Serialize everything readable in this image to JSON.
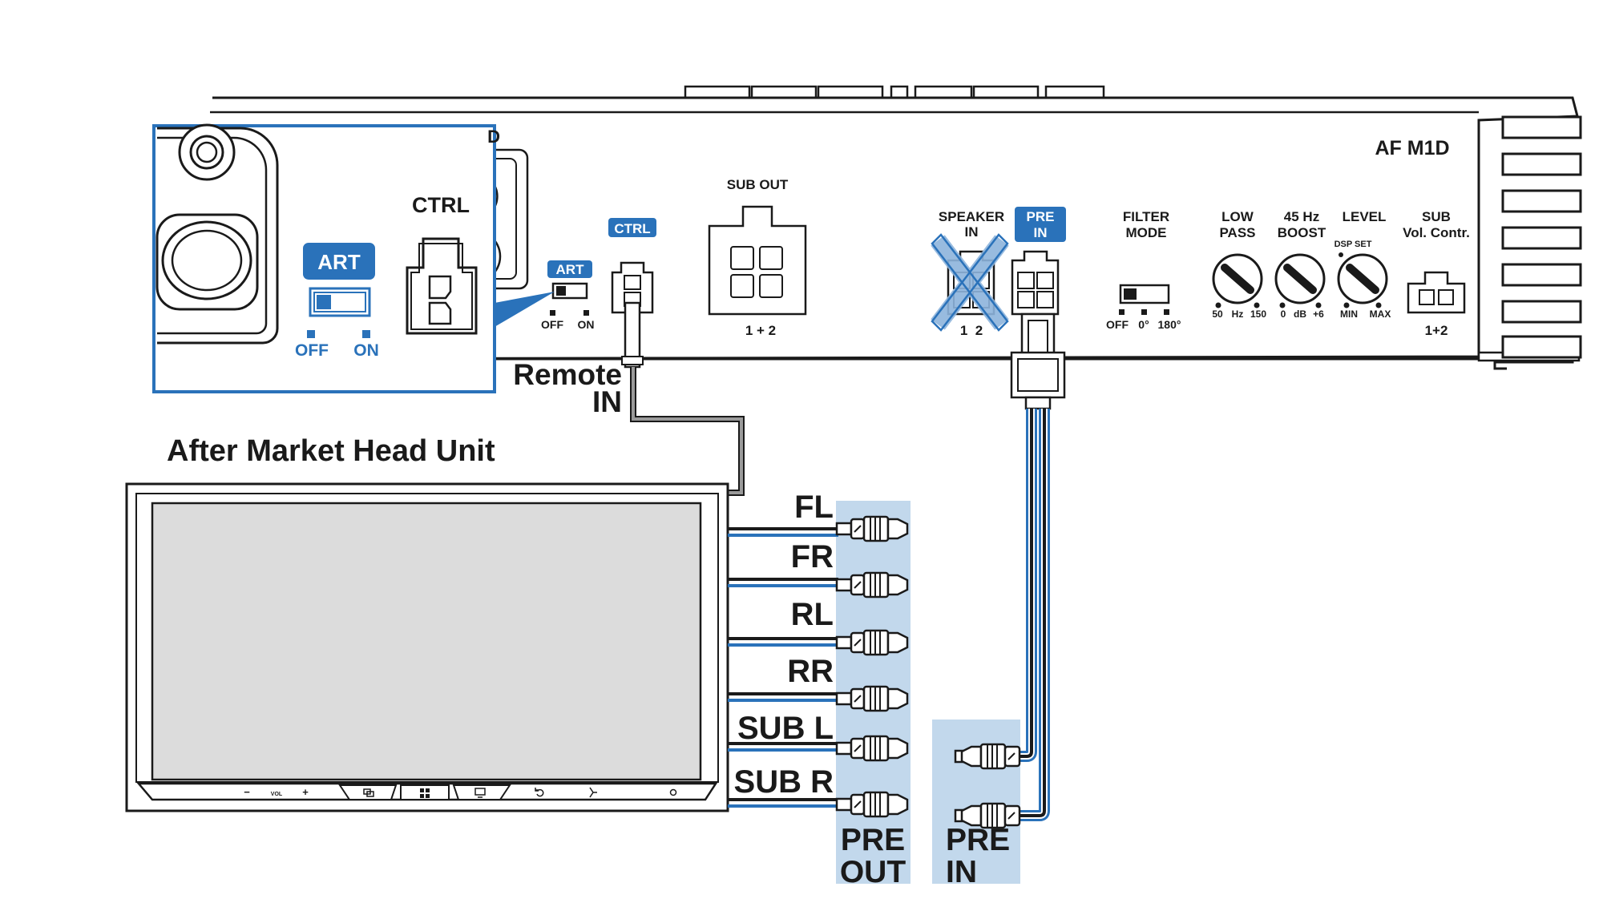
{
  "colors": {
    "accent": "#2a72ba",
    "highlight": "#c2d8ec",
    "wire_dark": "#1a1a1a",
    "wire_gray": "#8a8a8a",
    "cross": "#8db4dc",
    "screen": "#dcdcdc"
  },
  "amp": {
    "model": "AF M1D",
    "art_label": "ART",
    "art_off": "OFF",
    "art_on": "ON",
    "ctrl_label": "CTRL",
    "sub_out_label": "SUB OUT",
    "sub_out_pins": "1 + 2",
    "speaker_in_line1": "SPEAKER",
    "speaker_in_line2": "IN",
    "speaker_in_pins": "1  2",
    "pre_in_line1": "PRE",
    "pre_in_line2": "IN",
    "filter_line1": "FILTER",
    "filter_line2": "MODE",
    "filter_opts": [
      "OFF",
      "0°",
      "180°"
    ],
    "lowpass_line1": "LOW",
    "lowpass_line2": "PASS",
    "lowpass_scale": [
      "50",
      "Hz",
      "150"
    ],
    "boost_line1": "45 Hz",
    "boost_line2": "BOOST",
    "boost_scale": [
      "0",
      "dB",
      "+6"
    ],
    "level_line1": "LEVEL",
    "level_dsp": "DSP SET",
    "level_scale": [
      "MIN",
      "MAX"
    ],
    "subvol_line1": "SUB",
    "subvol_line2": "Vol. Contr.",
    "subvol_pins": "1+2"
  },
  "inset": {
    "ctrl_label": "CTRL",
    "art_label": "ART",
    "off": "OFF",
    "on": "ON",
    "cut_letter": "D"
  },
  "remote": {
    "line1": "Remote",
    "line2": "IN"
  },
  "head_unit": {
    "title": "After Market Head Unit",
    "vol_minus": "−",
    "vol_label": "VOL",
    "vol_plus": "+"
  },
  "pre_out": {
    "channels": [
      "FL",
      "FR",
      "RL",
      "RR",
      "SUB L",
      "SUB R"
    ],
    "label_line1": "PRE",
    "label_line2": "OUT"
  },
  "pre_in": {
    "label_line1": "PRE",
    "label_line2": "IN"
  }
}
